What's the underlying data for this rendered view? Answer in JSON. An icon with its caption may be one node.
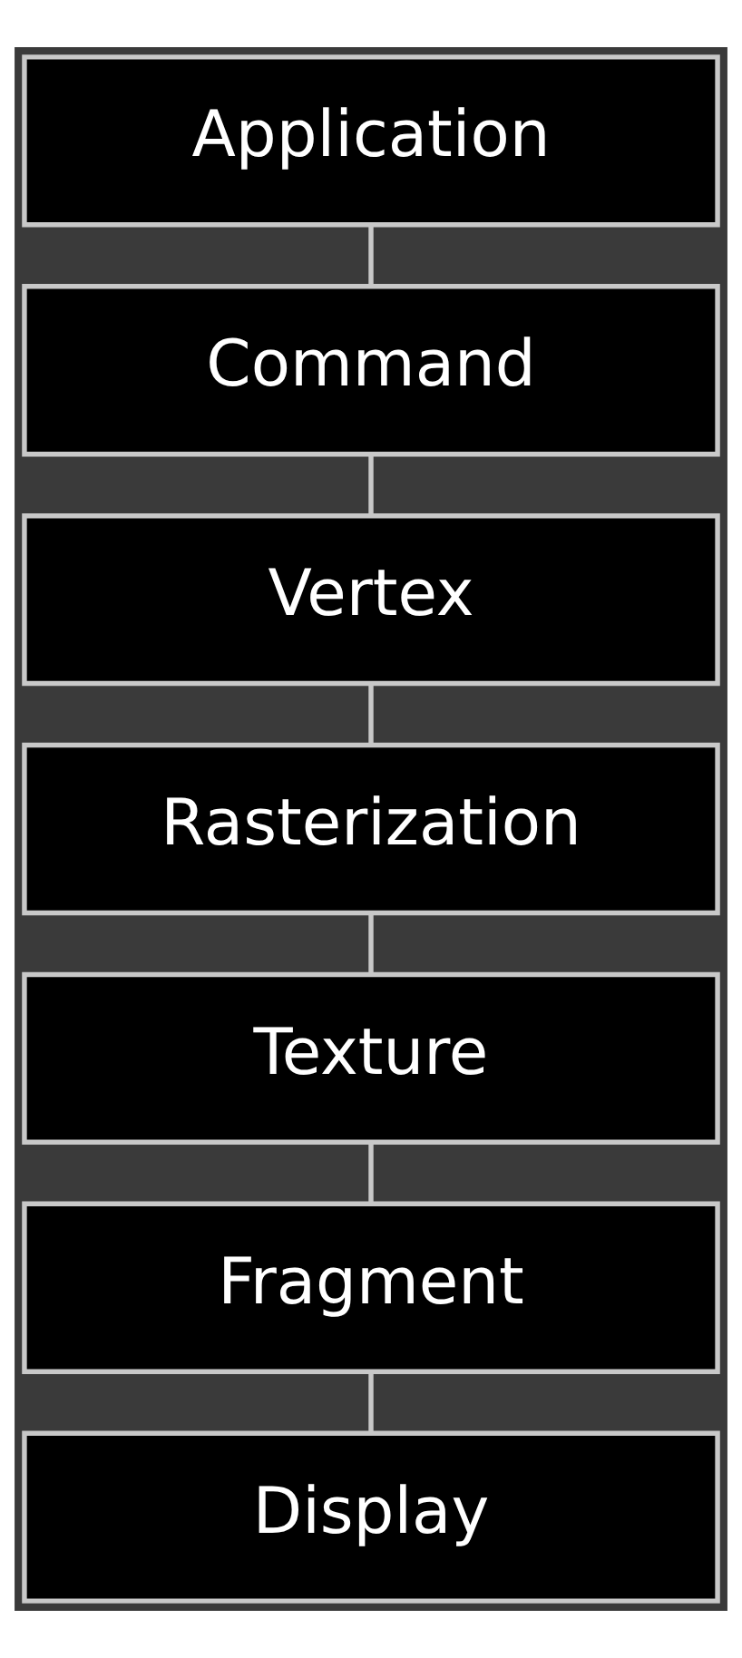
{
  "diagram": {
    "nodes": [
      {
        "text": [
          "Application"
        ]
      },
      {
        "text": [
          "Command"
        ]
      },
      {
        "text": [
          "Vertex"
        ]
      },
      {
        "text": [
          "Rasterization"
        ]
      },
      {
        "text": [
          "Texture"
        ]
      },
      {
        "text": [
          "Fragment"
        ]
      },
      {
        "text": [
          "Display"
        ]
      }
    ],
    "edges": [
      {
        "from": 0,
        "to": 1,
        "arrow": "none"
      },
      {
        "from": 1,
        "to": 2,
        "arrow": "none"
      },
      {
        "from": 2,
        "to": 3,
        "arrow": "none"
      },
      {
        "from": 3,
        "to": 4,
        "arrow": "none"
      },
      {
        "from": 4,
        "to": 5,
        "arrow": "none"
      },
      {
        "from": 5,
        "to": 6,
        "arrow": "none"
      }
    ]
  }
}
